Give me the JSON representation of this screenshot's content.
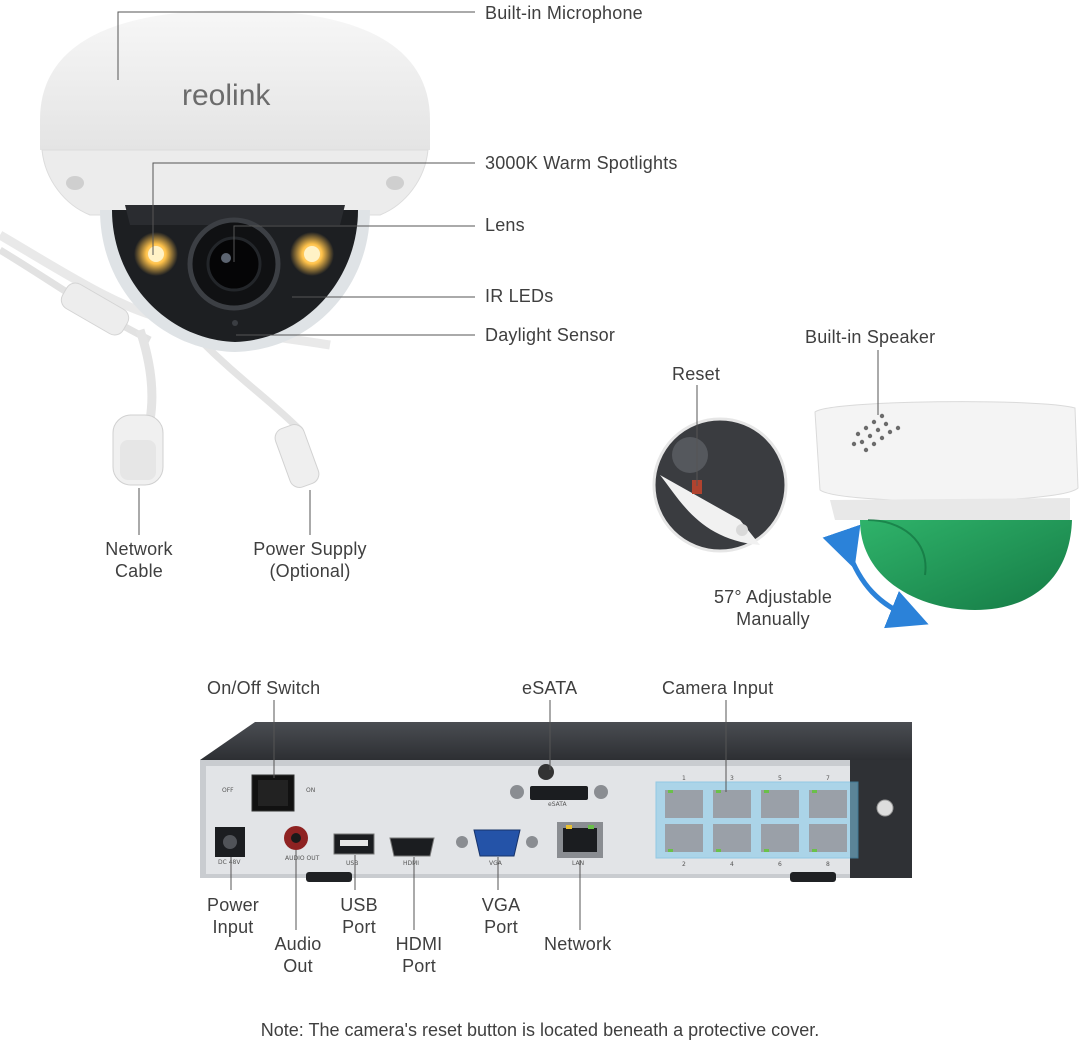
{
  "brand": "reolink",
  "camera_labels": {
    "microphone": "Built-in Microphone",
    "spotlights": "3000K Warm Spotlights",
    "lens": "Lens",
    "ir_leds": "IR LEDs",
    "daylight_sensor": "Daylight Sensor",
    "network_cable": [
      "Network",
      "Cable"
    ],
    "power_supply": [
      "Power Supply",
      "(Optional)"
    ],
    "speaker": "Built-in Speaker",
    "reset": "Reset",
    "adjustable": [
      "57° Adjustable",
      "Manually"
    ]
  },
  "nvr_labels": {
    "on_off": "On/Off Switch",
    "esata": "eSATA",
    "camera_input": "Camera Input",
    "power_input": [
      "Power",
      "Input"
    ],
    "audio_out": [
      "Audio",
      "Out"
    ],
    "usb_port": [
      "USB",
      "Port"
    ],
    "hdmi_port": [
      "HDMI",
      "Port"
    ],
    "vga_port": [
      "VGA",
      "Port"
    ],
    "network": "Network"
  },
  "panel_text": {
    "off": "OFF",
    "on": "ON",
    "esata": "eSATA",
    "dc": "DC 48V",
    "audio_out": "AUDIO OUT",
    "usb": "USB",
    "hdmi": "HDMI",
    "vga": "VGA",
    "lan": "LAN",
    "poe_top": [
      "1",
      "3",
      "5",
      "7"
    ],
    "poe_bottom": [
      "2",
      "4",
      "6",
      "8"
    ]
  },
  "colors": {
    "arrow": "#2b82d9",
    "dome_green": "#1e9a5a",
    "spotlight": "#ffc24a",
    "poe_highlight": "#7fc8ea"
  },
  "note": "Note: The camera's reset button is located beneath a protective cover."
}
